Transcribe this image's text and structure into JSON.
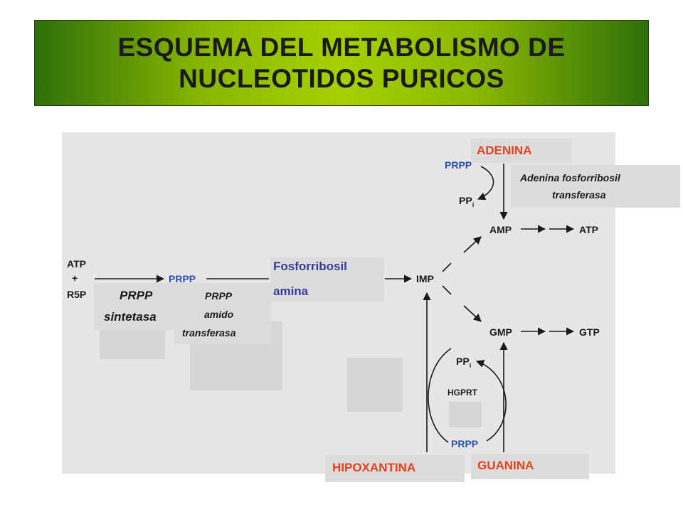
{
  "title": {
    "line1": "ESQUEMA DEL METABOLISMO DE",
    "line2": "NUCLEOTIDOS PURICOS"
  },
  "molecules": {
    "atp_left": "ATP",
    "plus": "+",
    "r5p": "R5P",
    "prpp_mid": "PRPP",
    "imp": "IMP",
    "amp": "AMP",
    "atp_right": "ATP",
    "gmp": "GMP",
    "gtp": "GTP",
    "prpp_top": "PRPP",
    "ppi_top_base": "PP",
    "ppi_top_sub": "i",
    "ppi_bottom_base": "PP",
    "ppi_bottom_sub": "i",
    "hgprt": "HGPRT",
    "prpp_bottom": "PRPP"
  },
  "labels": {
    "prpp_sintetasa_1": "PRPP",
    "prpp_sintetasa_2": "sintetasa",
    "amido_1": "PRPP",
    "amido_2": "amido",
    "amido_3": "transferasa",
    "fosforribosil_1": "Fosforribosil",
    "fosforribosil_2": "amina",
    "adenina": "ADENINA",
    "adenina_enzyme_1": "Adenina fosforribosil",
    "adenina_enzyme_2": "transferasa",
    "hipoxantina": "HIPOXANTINA",
    "guanina": "GUANINA"
  },
  "colors": {
    "banner_dark": "#2f6f0b",
    "banner_light": "#a6d000",
    "red_label": "#e8401c",
    "blue_label": "#3a3a9a",
    "panel": "#e6e6e6"
  }
}
